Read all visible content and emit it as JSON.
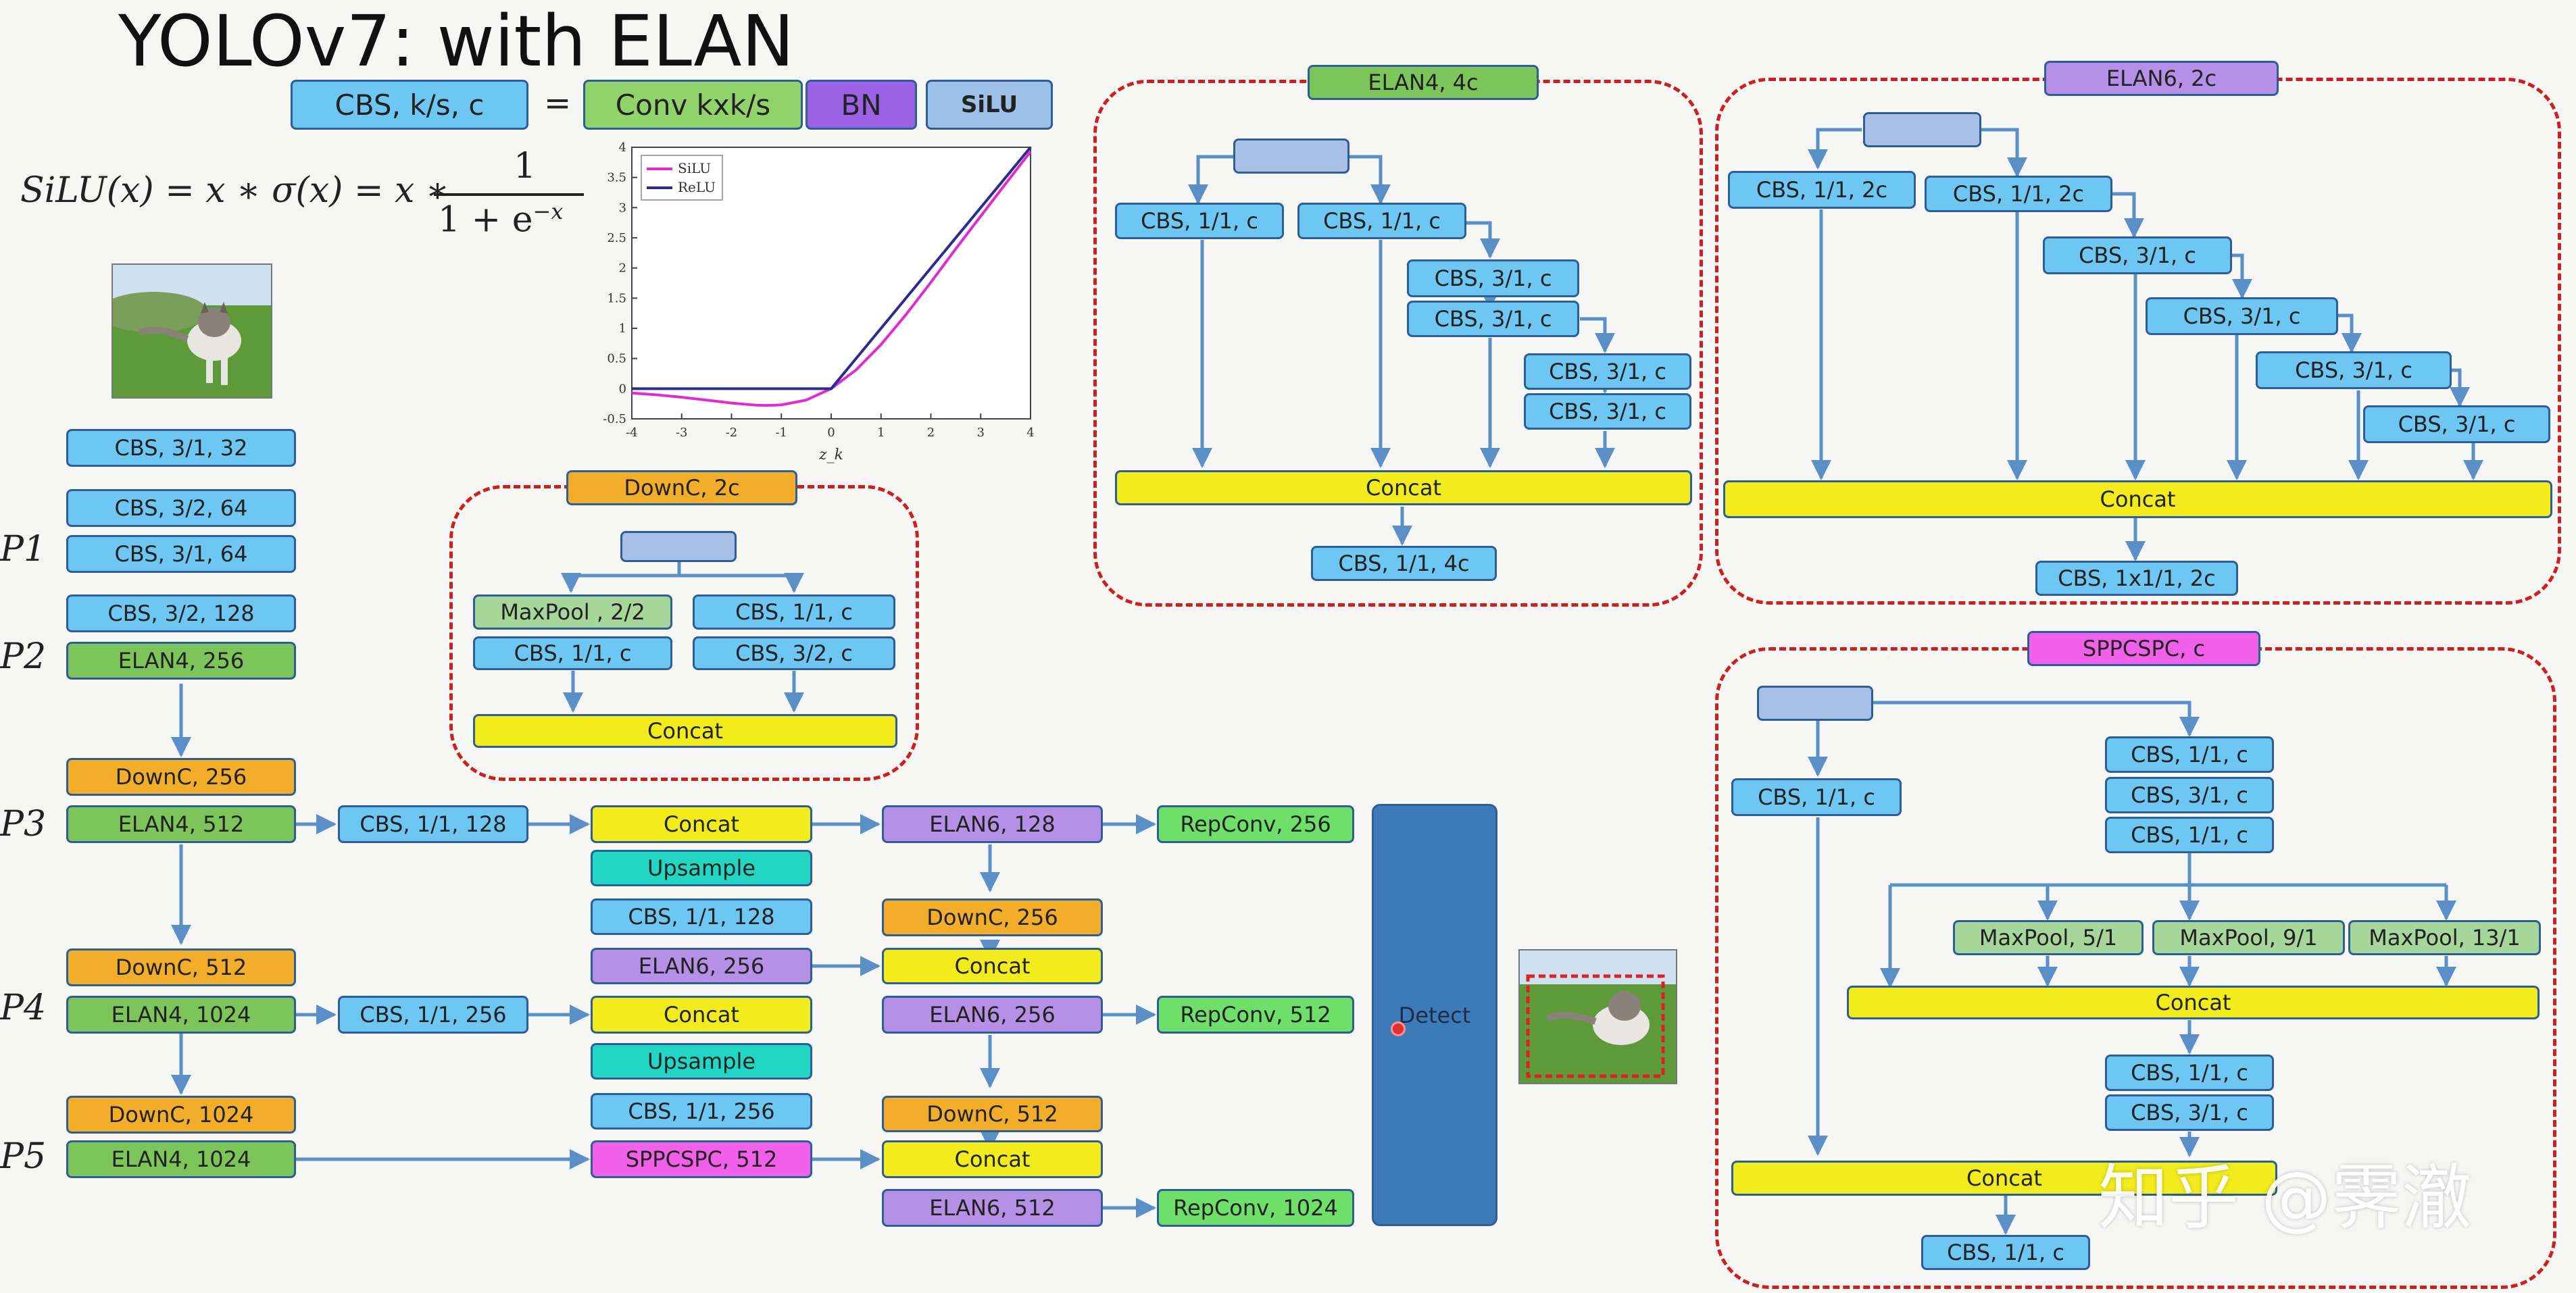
{
  "title": "YOLOv7: with ELAN",
  "legend": {
    "cbs": "CBS, k/s, c",
    "equals": "=",
    "conv": "Conv kxk/s",
    "bn": "BN",
    "silu": "SiLU"
  },
  "formula": {
    "lhs": "SiLU(x) = x ∗ σ(x) = x ∗",
    "num": "1",
    "den": "1 + e",
    "exp": "−x"
  },
  "watermark": "知乎 @霁澈",
  "pyramid_labels": [
    "P1",
    "P2",
    "P3",
    "P4",
    "P5"
  ],
  "chart_data": {
    "type": "line",
    "title": "",
    "xlabel": "z_k",
    "ylabel": "",
    "xlim": [
      -4,
      4
    ],
    "ylim": [
      -0.5,
      4
    ],
    "xticks": [
      "-4",
      "-3",
      "-2",
      "-1",
      "0",
      "1",
      "2",
      "3",
      "4"
    ],
    "yticks": [
      "-0.5",
      "0",
      "0.5",
      "1",
      "1.5",
      "2",
      "2.5",
      "3",
      "3.5",
      "4"
    ],
    "legend_position": "top-left",
    "series": [
      {
        "name": "SiLU",
        "color": "#e02bd2",
        "x": [
          -4,
          -3.5,
          -3,
          -2.5,
          -2,
          -1.5,
          -1.278,
          -1,
          -0.5,
          0,
          0.5,
          1,
          1.5,
          2,
          2.5,
          3,
          3.5,
          4
        ],
        "y": [
          -0.072,
          -0.102,
          -0.142,
          -0.189,
          -0.238,
          -0.274,
          -0.278,
          -0.269,
          -0.189,
          0,
          0.311,
          0.731,
          1.226,
          1.762,
          2.317,
          2.858,
          3.395,
          3.928
        ]
      },
      {
        "name": "ReLU",
        "color": "#2c2c90",
        "x": [
          -4,
          0,
          4
        ],
        "y": [
          0,
          0,
          4
        ]
      }
    ]
  },
  "blocks": {
    "b_cbs32": "CBS, 3/1, 32",
    "b_cbs64a": "CBS, 3/2, 64",
    "b_cbs64b": "CBS, 3/1, 64",
    "b_cbs128": "CBS, 3/2, 128",
    "b_elan256": "ELAN4, 256",
    "b_downc256": "DownC, 256",
    "b_elan512": "ELAN4, 512",
    "b_downc512": "DownC, 512",
    "b_elan1024a": "ELAN4, 1024",
    "b_downc1024": "DownC, 1024",
    "b_elan1024b": "ELAN4, 1024",
    "n_cbs128": "CBS, 1/1, 128",
    "n_cbs256": "CBS, 1/1, 256",
    "n_concat1": "Concat",
    "n_up1": "Upsample",
    "n_cbs128b": "CBS, 1/1, 128",
    "n_elan6_256": "ELAN6, 256",
    "n_concat2": "Concat",
    "n_up2": "Upsample",
    "n_cbs256b": "CBS, 1/1, 256",
    "n_sppcspc": "SPPCSPC, 512",
    "h_elan6_128": "ELAN6, 128",
    "h_downc256": "DownC, 256",
    "h_concat1": "Concat",
    "h_elan6_256": "ELAN6, 256",
    "h_downc512": "DownC, 512",
    "h_concat2": "Concat",
    "h_elan6_512": "ELAN6, 512",
    "r_256": "RepConv, 256",
    "r_512": "RepConv, 512",
    "r_1024": "RepConv, 1024",
    "detect": "Detect",
    "d_title": "DownC, 2c",
    "d_mp": "MaxPool , 2/2",
    "d_cbs1": "CBS, 1/1, c",
    "d_cbs1b": "CBS, 1/1, c",
    "d_cbs2": "CBS, 3/2, c",
    "d_concat": "Concat",
    "e4_title": "ELAN4, 4c",
    "e4_a": "CBS, 1/1, c",
    "e4_b": "CBS, 1/1, c",
    "e4_c": "CBS, 3/1, c",
    "e4_d": "CBS, 3/1, c",
    "e4_e": "CBS, 3/1, c",
    "e4_f": "CBS, 3/1, c",
    "e4_concat": "Concat",
    "e4_out": "CBS, 1/1, 4c",
    "e6_title": "ELAN6, 2c",
    "e6_a": "CBS, 1/1, 2c",
    "e6_b": "CBS, 1/1, 2c",
    "e6_c": "CBS, 3/1, c",
    "e6_d": "CBS, 3/1, c",
    "e6_e": "CBS, 3/1, c",
    "e6_f": "CBS, 3/1, c",
    "e6_concat": "Concat",
    "e6_out": "CBS, 1x1/1, 2c",
    "s_title": "SPPCSPC, c",
    "s_left": "CBS, 1/1, c",
    "s_c1": "CBS, 1/1, c",
    "s_c2": "CBS, 3/1, c",
    "s_c3": "CBS, 1/1, c",
    "s_mp5": "MaxPool, 5/1",
    "s_mp9": "MaxPool, 9/1",
    "s_mp13": "MaxPool, 13/1",
    "s_concat1": "Concat",
    "s_c4": "CBS, 1/1, c",
    "s_c5": "CBS, 3/1, c",
    "s_concat2": "Concat",
    "s_out": "CBS, 1/1, c"
  }
}
